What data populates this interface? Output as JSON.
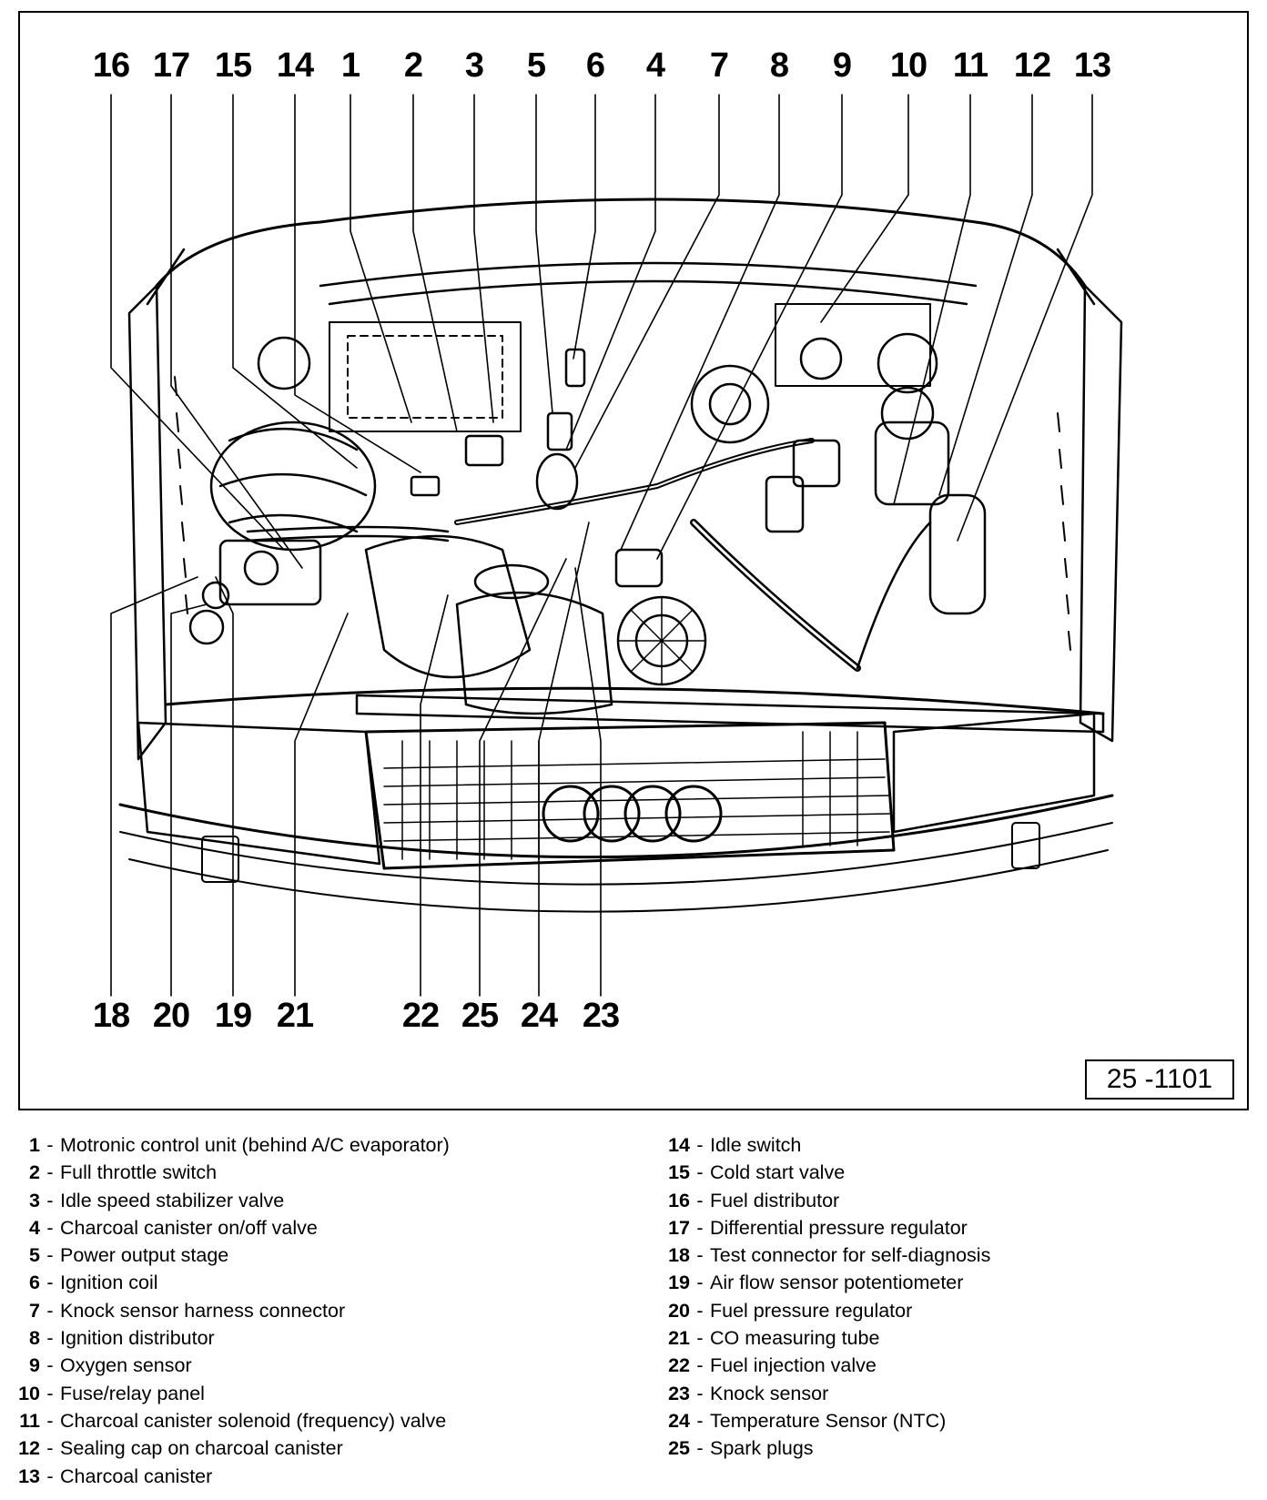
{
  "figure_ref": "25 -1101",
  "top_callouts": [
    "16",
    "17",
    "15",
    "14",
    "1",
    "2",
    "3",
    "5",
    "6",
    "4",
    "7",
    "8",
    "9",
    "10",
    "11",
    "12",
    "13"
  ],
  "bottom_callouts": [
    "18",
    "20",
    "19",
    "21",
    "22",
    "25",
    "24",
    "23"
  ],
  "legend_left": [
    {
      "num": "1",
      "label": "Motronic control unit (behind A/C evaporator)"
    },
    {
      "num": "2",
      "label": "Full throttle switch"
    },
    {
      "num": "3",
      "label": "Idle speed stabilizer valve"
    },
    {
      "num": "4",
      "label": "Charcoal canister on/off valve"
    },
    {
      "num": "5",
      "label": "Power output stage"
    },
    {
      "num": "6",
      "label": "Ignition coil"
    },
    {
      "num": "7",
      "label": "Knock sensor harness connector"
    },
    {
      "num": "8",
      "label": "Ignition distributor"
    },
    {
      "num": "9",
      "label": "Oxygen sensor"
    },
    {
      "num": "10",
      "label": "Fuse/relay panel"
    },
    {
      "num": "11",
      "label": "Charcoal canister solenoid (frequency) valve"
    },
    {
      "num": "12",
      "label": "Sealing cap on charcoal canister"
    },
    {
      "num": "13",
      "label": "Charcoal canister"
    }
  ],
  "legend_right": [
    {
      "num": "14",
      "label": "Idle switch"
    },
    {
      "num": "15",
      "label": "Cold start valve"
    },
    {
      "num": "16",
      "label": "Fuel distributor"
    },
    {
      "num": "17",
      "label": "Differential pressure regulator"
    },
    {
      "num": "18",
      "label": "Test connector for self-diagnosis"
    },
    {
      "num": "19",
      "label": "Air flow sensor potentiometer"
    },
    {
      "num": "20",
      "label": "Fuel pressure regulator"
    },
    {
      "num": "21",
      "label": "CO measuring tube"
    },
    {
      "num": "22",
      "label": "Fuel injection valve"
    },
    {
      "num": "23",
      "label": "Knock sensor"
    },
    {
      "num": "24",
      "label": "Temperature Sensor (NTC)"
    },
    {
      "num": "25",
      "label": "Spark plugs"
    }
  ],
  "separator": "-"
}
